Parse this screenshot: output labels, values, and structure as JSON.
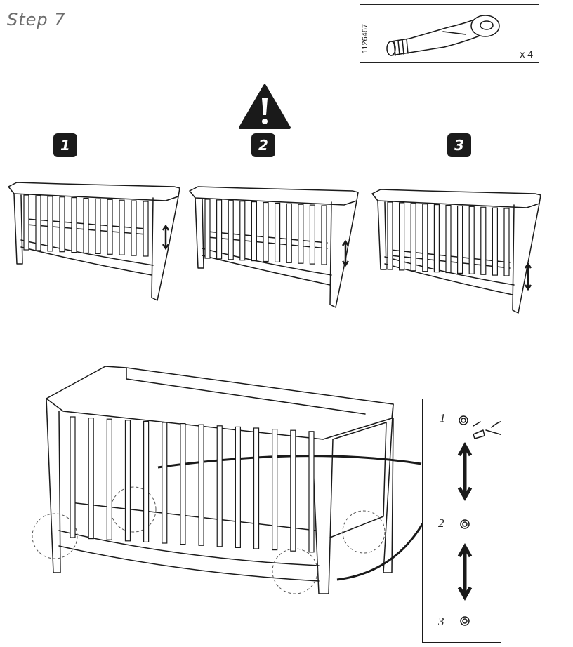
{
  "step": {
    "title": "Step 7"
  },
  "part": {
    "code": "1126467",
    "quantity": "x 4",
    "icon": "adjustment-bolt-icon"
  },
  "warning": {
    "icon": "warning-triangle-icon"
  },
  "positions": [
    {
      "badge": "1"
    },
    {
      "badge": "2"
    },
    {
      "badge": "3"
    }
  ],
  "detail": {
    "levels": [
      {
        "label": "1"
      },
      {
        "label": "2"
      },
      {
        "label": "3"
      }
    ]
  }
}
